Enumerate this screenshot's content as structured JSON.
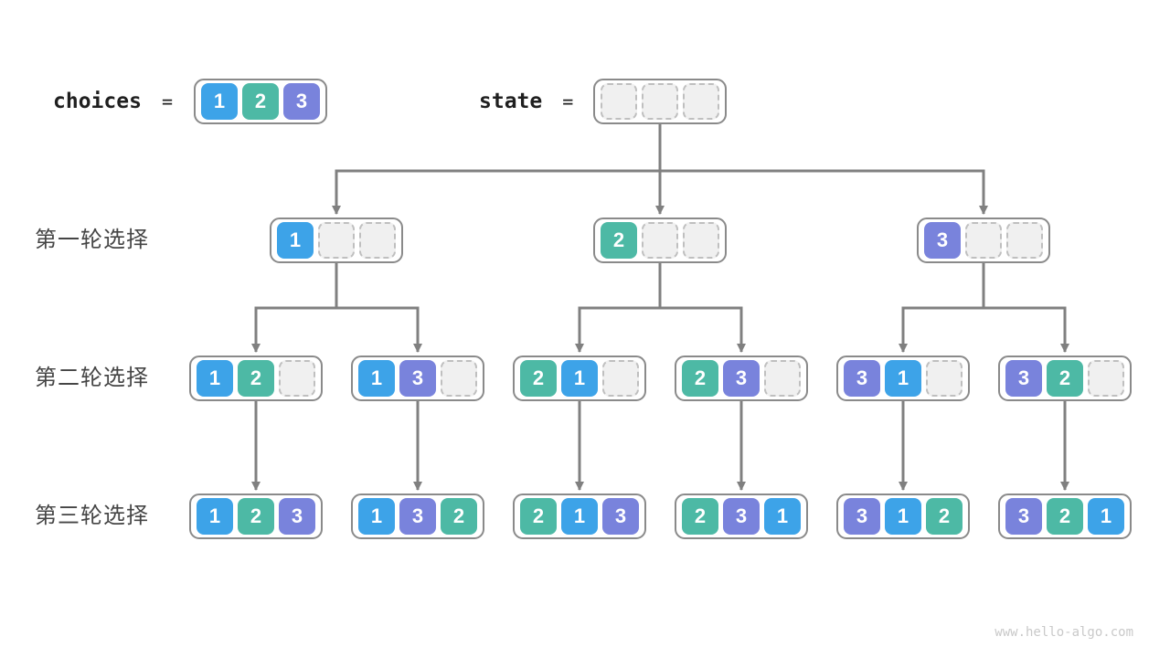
{
  "colors": {
    "v1": "#3da3e8",
    "v2": "#4db9a5",
    "v3": "#7983dc",
    "arrow": "#808080",
    "box_border": "#8a8a8a",
    "empty_fill": "#f0f0f0",
    "empty_border": "#bfbfbf"
  },
  "header": {
    "choices_label": "choices",
    "choices_equals": "=",
    "choices_cells": [
      1,
      2,
      3
    ],
    "state_label": "state",
    "state_equals": "=",
    "state_cells": [
      null,
      null,
      null
    ]
  },
  "rows": [
    {
      "label": "第一轮选择",
      "boxes": [
        [
          1,
          null,
          null
        ],
        [
          2,
          null,
          null
        ],
        [
          3,
          null,
          null
        ]
      ]
    },
    {
      "label": "第二轮选择",
      "boxes": [
        [
          1,
          2,
          null
        ],
        [
          1,
          3,
          null
        ],
        [
          2,
          1,
          null
        ],
        [
          2,
          3,
          null
        ],
        [
          3,
          1,
          null
        ],
        [
          3,
          2,
          null
        ]
      ]
    },
    {
      "label": "第三轮选择",
      "boxes": [
        [
          1,
          2,
          3
        ],
        [
          1,
          3,
          2
        ],
        [
          2,
          1,
          3
        ],
        [
          2,
          3,
          1
        ],
        [
          3,
          1,
          2
        ],
        [
          3,
          2,
          1
        ]
      ]
    }
  ],
  "watermark": "www.hello-algo.com"
}
